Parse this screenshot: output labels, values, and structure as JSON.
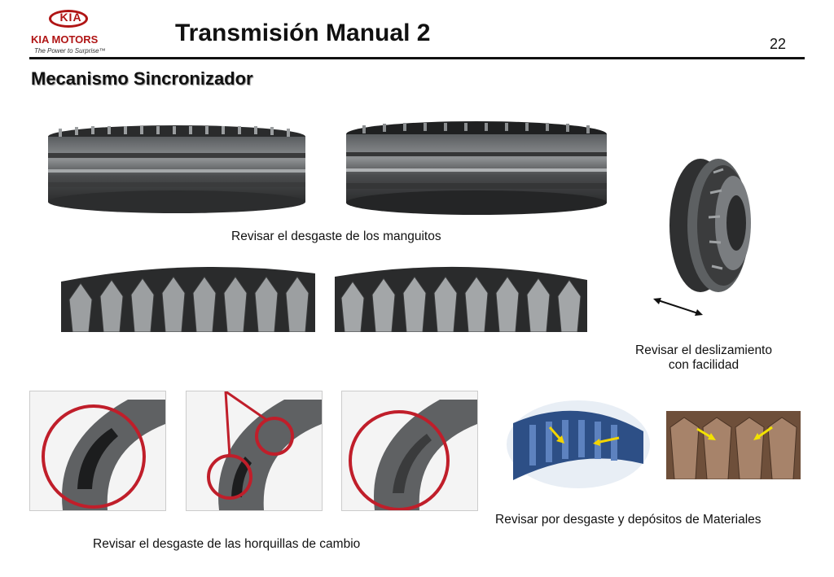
{
  "header": {
    "logo": {
      "brand": "KIA",
      "company": "KIA MOTORS",
      "tagline": "The Power to Surprise™"
    },
    "title": "Transmisión Manual 2",
    "page_number": "22"
  },
  "section": {
    "subtitle": "Mecanismo Sincronizador"
  },
  "captions": {
    "sleeves": "Revisar el desgaste de los manguitos",
    "sliding_line1": "Revisar el deslizamiento",
    "sliding_line2": "con facilidad",
    "forks": "Revisar el desgaste de las horquillas de cambio",
    "deposits": "Revisar por desgaste y depósitos de Materiales"
  }
}
